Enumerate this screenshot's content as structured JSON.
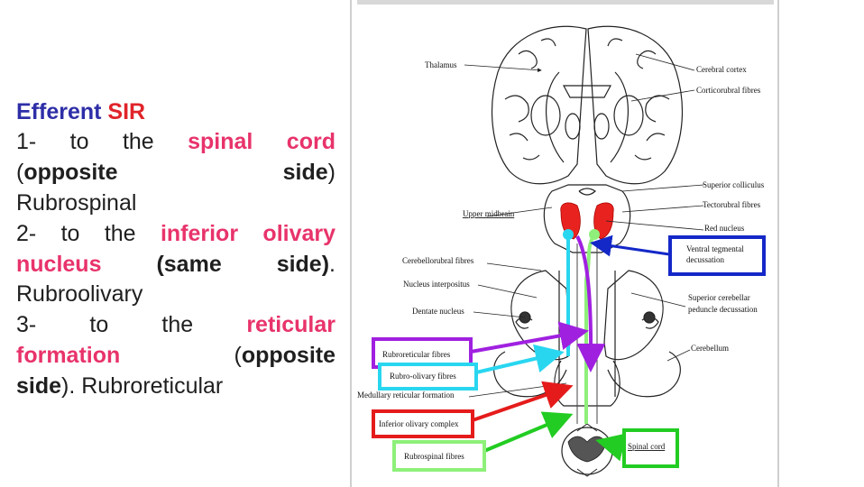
{
  "left_text": {
    "title_word1": "Efferent",
    "title_word2": "SIR",
    "item1": {
      "prefix_number": "1-",
      "w_to": "to",
      "w_the": "the",
      "target_w1": "spinal",
      "target_w2": "cord",
      "paren_open": "(",
      "side_w1": "opposite",
      "side_w2": "side",
      "paren_close": ")",
      "name": "Rubrospinal"
    },
    "item2": {
      "prefix_number": "2-",
      "w_to": "to",
      "w_the": "the",
      "target_w1": "inferior",
      "target_w2": "olivary",
      "target_w3": "nucleus",
      "side_w1": "(same",
      "side_w2": "side)",
      "period": ".",
      "name": "Rubroolivary"
    },
    "item3": {
      "prefix_number": "3-",
      "w_to": "to",
      "w_the": "the",
      "target_w1": "reticular",
      "target_w2": "formation",
      "paren_open": "(",
      "side_w1": "opposite",
      "side_w2": "side",
      "tail": "). Rubroreticular"
    }
  },
  "diagram": {
    "labels": {
      "thalamus": "Thalamus",
      "cerebral_cortex": "Cerebral cortex",
      "corticorubral": "Corticorubral fibres",
      "superior_colliculus": "Superior colliculus",
      "tectorubral": "Tectorubral fibres",
      "upper_midbrain": "Upper midbrain",
      "red_nucleus": "Red nucleus",
      "ventral_tegmental_1": "Ventral tegmental",
      "ventral_tegmental_2": "decussation",
      "cerebellorubral": "Cerebellorubral fibres",
      "nucleus_interpositus": "Nucleus interpositus",
      "dentate_nucleus": "Dentate nucleus",
      "sup_cerebellar_1": "Superior cerebellar",
      "sup_cerebellar_2": "peduncle decussation",
      "cerebellum": "Cerebellum",
      "rubroreticular": "Rubroreticular fibres",
      "rubro_olivary": "Rubro-olivary fibres",
      "medullary_reticular": "Medullary reticular formation",
      "inferior_olivary": "Inferior olivary complex",
      "rubrospinal": "Rubrospinal fibres",
      "spinal_cord": "Spinal cord"
    },
    "colors": {
      "red_nucleus": "#e8231f",
      "blue": "#1428c8",
      "purple": "#a020e0",
      "cyan": "#29d6f0",
      "red": "#e51b1b",
      "green": "#22cc22",
      "light_green": "#8ef07a"
    }
  }
}
